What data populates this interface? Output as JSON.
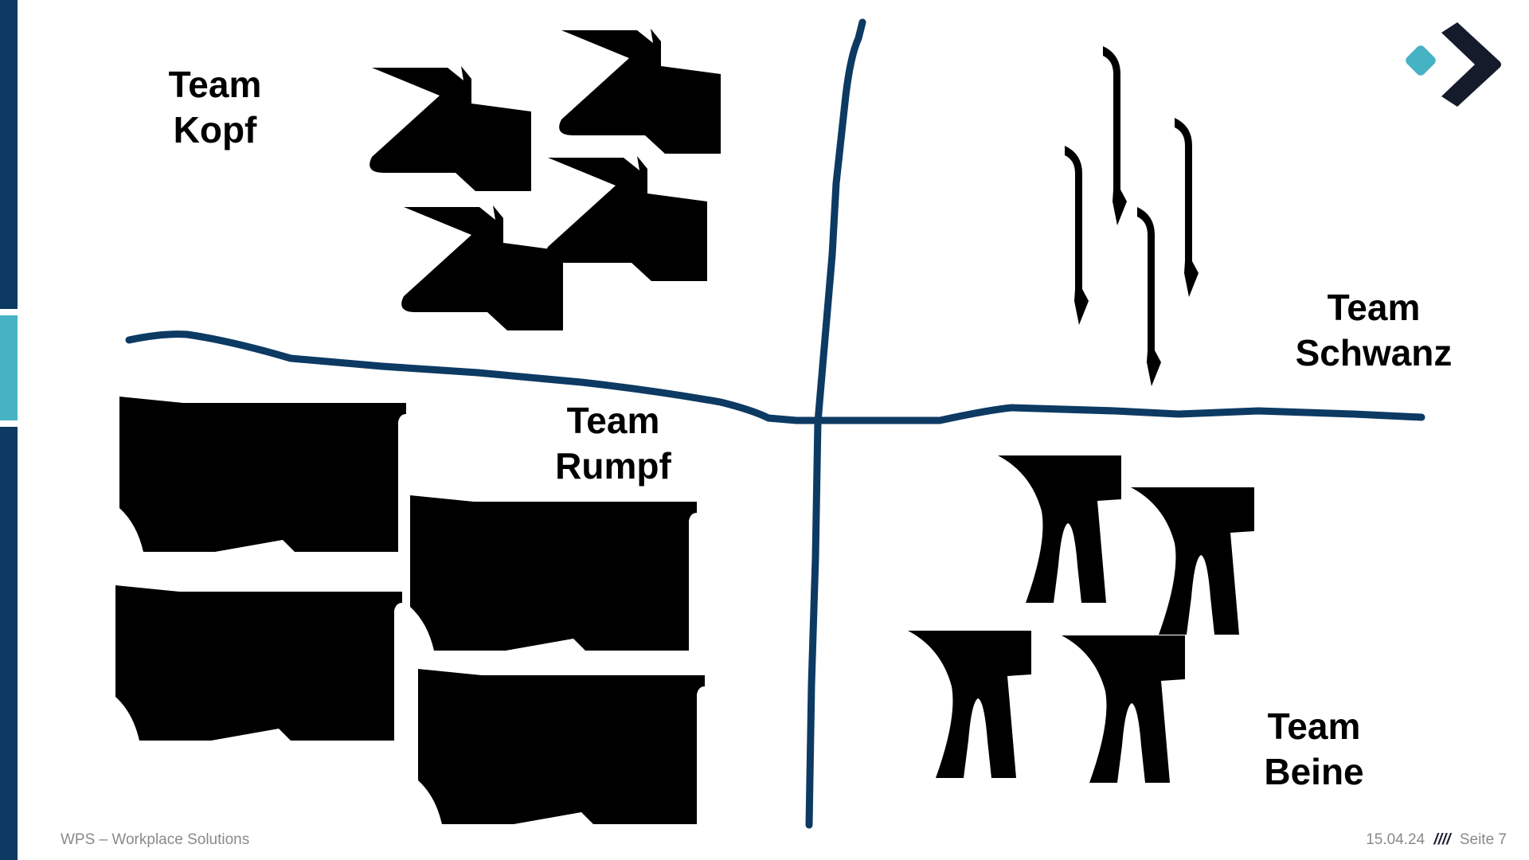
{
  "slide": {
    "teams": {
      "kopf": {
        "line1": "Team",
        "line2": "Kopf"
      },
      "rumpf": {
        "line1": "Team",
        "line2": "Rumpf"
      },
      "schwanz": {
        "line1": "Team",
        "line2": "Schwanz"
      },
      "beine": {
        "line1": "Team",
        "line2": "Beine"
      }
    },
    "footer": {
      "company": "WPS – Workplace Solutions",
      "date": "15.04.24",
      "separator": "////",
      "page": "Seite 7"
    },
    "icons": {
      "logo": "wps-logo-icon",
      "heads": "cow-head-icon",
      "bodies": "cow-body-icon",
      "tails": "cow-tail-icon",
      "legs": "cow-legs-icon"
    },
    "colors": {
      "primary_dark": "#0c3a63",
      "accent_teal": "#46b3c4",
      "silhouette": "#000000",
      "logo_dark": "#141c2b",
      "text": "#000000",
      "footer_text": "#8a8a8a"
    }
  }
}
